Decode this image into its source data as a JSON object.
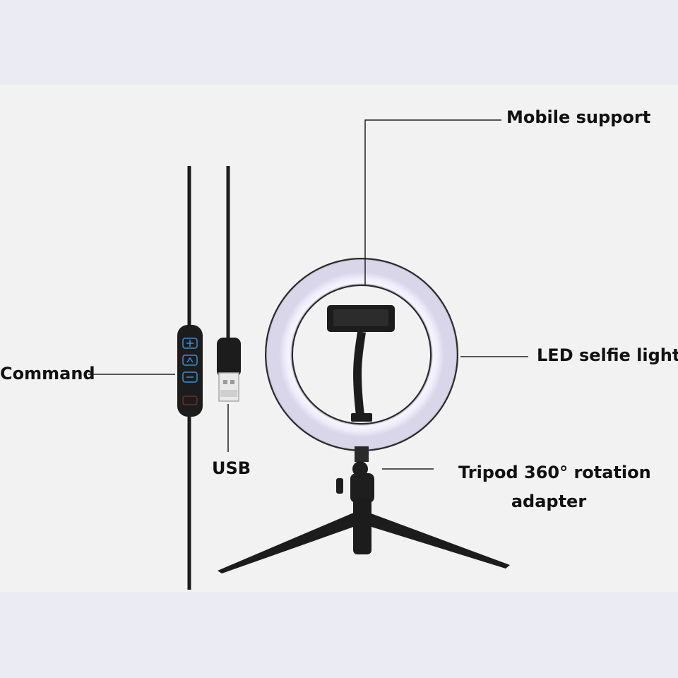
{
  "labels": {
    "mobile_support": "Mobile support",
    "led_selfie_light": "LED selfie light",
    "command": "Command",
    "usb": "USB",
    "tripod_line1": "Tripod 360° rotation",
    "tripod_line2": "adapter"
  },
  "colors": {
    "page_band": "#ebebf4",
    "panel": "#f2f2f2",
    "ring_light": "#f4f2fd",
    "device_black": "#1c1c1c",
    "remote_button": "#3b8fd0",
    "leader_line": "#222222"
  },
  "icons": {
    "remote_buttons": [
      "plus-icon",
      "mode-icon",
      "minus-icon"
    ]
  }
}
